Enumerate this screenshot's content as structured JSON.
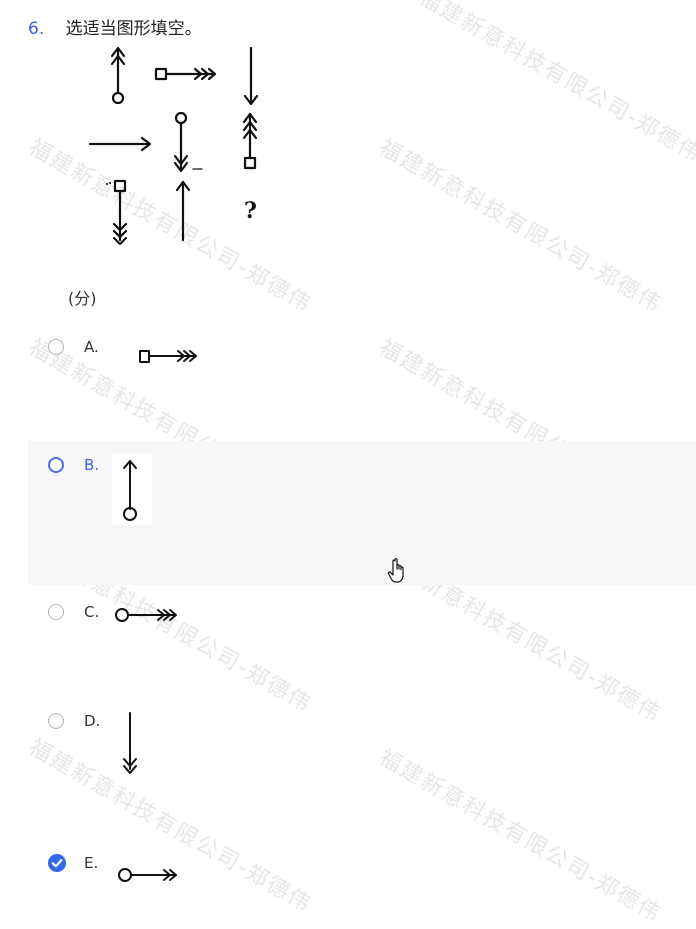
{
  "question": {
    "number": "6.",
    "text": "选适当图形填空。",
    "score_text": "(分)"
  },
  "options": [
    {
      "letter": "A.",
      "figure": "square-triple-arrow-right",
      "selected": false
    },
    {
      "letter": "B.",
      "figure": "circle-arrow-up",
      "selected": false,
      "hovered": true
    },
    {
      "letter": "C.",
      "figure": "circle-triple-arrow-right",
      "selected": false
    },
    {
      "letter": "D.",
      "figure": "double-arrow-down",
      "selected": false
    },
    {
      "letter": "E.",
      "figure": "circle-double-arrow-right",
      "selected": true
    }
  ],
  "colors": {
    "accent": "#3467e8",
    "hover_bg": "#f7f7f7",
    "radio_border": "#b5b5b5"
  },
  "icons": {
    "selected_radio": "check-circle-icon",
    "cursor": "hand-pointer-icon"
  }
}
